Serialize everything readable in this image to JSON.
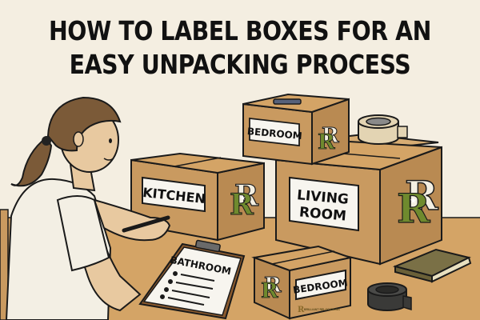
{
  "title": {
    "line1": "HOW TO LABEL BOXES FOR AN",
    "line2": "EASY UNPACKING PROCESS"
  },
  "boxes": [
    {
      "id": "top",
      "label": "BEDROOM",
      "logo": "R"
    },
    {
      "id": "kitchen",
      "label": "KITCHEN",
      "logo": "R"
    },
    {
      "id": "living",
      "label_line1": "LIVING",
      "label_line2": "ROOM",
      "logo": "R"
    },
    {
      "id": "front",
      "label": "BEDROOM",
      "logo": "R",
      "small_logo_text": "BRILLIANT RELOCATIONS"
    }
  ],
  "clipboard": {
    "label": "BATHROOM",
    "items": 4
  },
  "items": [
    "person-writing-with-marker",
    "packing-tape-roll",
    "duct-tape-roll",
    "book"
  ],
  "colors": {
    "background": "#f4eee1",
    "floor": "#d4a466",
    "box": "#c99a60",
    "box_side": "#b98a52",
    "logo_green": "#6f8a2e",
    "outline": "#1a1a1a"
  }
}
